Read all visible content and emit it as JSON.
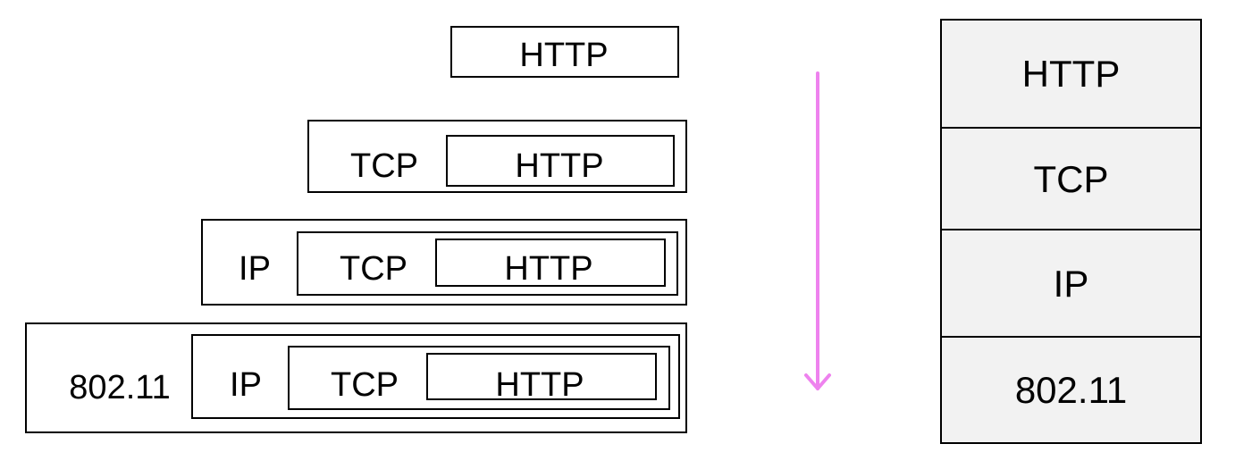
{
  "encapsulation": {
    "rows": [
      {
        "labels": [
          "HTTP"
        ]
      },
      {
        "labels": [
          "TCP",
          "HTTP"
        ]
      },
      {
        "labels": [
          "IP",
          "TCP",
          "HTTP"
        ]
      },
      {
        "labels": [
          "802.11",
          "IP",
          "TCP",
          "HTTP"
        ]
      }
    ]
  },
  "arrow": {
    "color": "#ee82ee"
  },
  "stack": {
    "layers": [
      "HTTP",
      "TCP",
      "IP",
      "802.11"
    ],
    "fill": "#f2f2f2"
  }
}
